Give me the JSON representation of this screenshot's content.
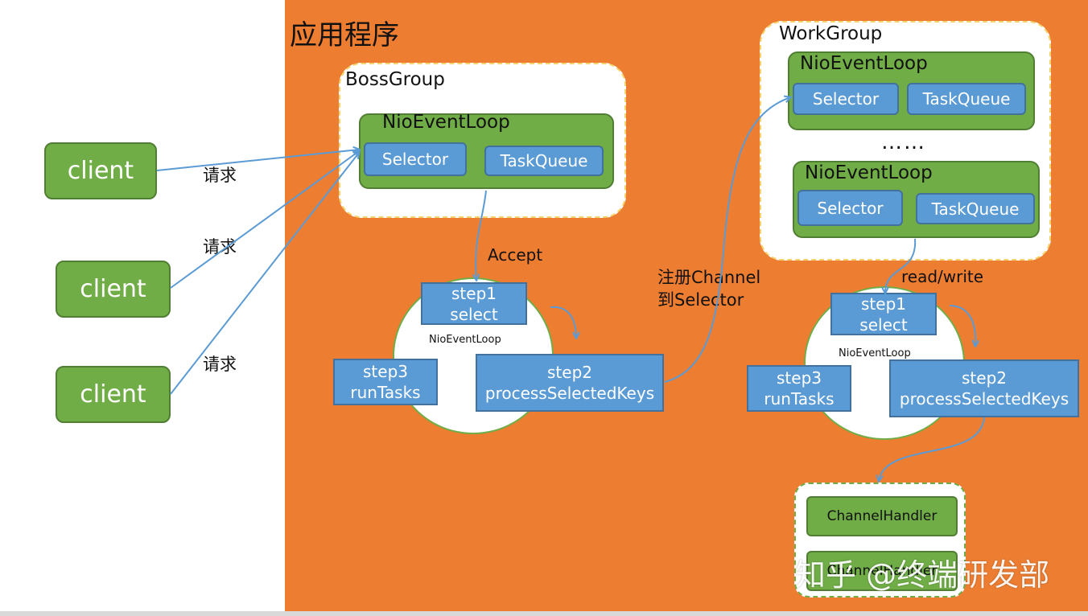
{
  "title": "应用程序",
  "clients": [
    "client",
    "client",
    "client"
  ],
  "request_label": "请求",
  "boss": {
    "label": "BossGroup",
    "loop_label": "NioEventLoop",
    "selector": "Selector",
    "taskqueue": "TaskQueue"
  },
  "work": {
    "label": "WorkGroup",
    "loop1_label": "NioEventLoop",
    "loop2_label": "NioEventLoop",
    "selector": "Selector",
    "taskqueue": "TaskQueue",
    "ellipsis": "……"
  },
  "left_cycle": {
    "center": "NioEventLoop",
    "step1": [
      "step1",
      "select"
    ],
    "step2": [
      "step2",
      "processSelectedKeys"
    ],
    "step3": [
      "step3",
      "runTasks"
    ],
    "edge": "Accept"
  },
  "right_cycle": {
    "center": "NioEventLoop",
    "step1": [
      "step1",
      "select"
    ],
    "step2": [
      "step2",
      "processSelectedKeys"
    ],
    "step3": [
      "step3",
      "runTasks"
    ],
    "edge": "read/write"
  },
  "register_label": [
    "注册Channel",
    "到Selector"
  ],
  "handlers": [
    "ChannelHandler",
    "ChannelHandler"
  ],
  "watermark": "知乎 @终端研发部",
  "colors": {
    "orange": "#ED7D31",
    "green": "#70AD47",
    "blue": "#5B9BD5",
    "arrow": "#5B9BD5"
  }
}
